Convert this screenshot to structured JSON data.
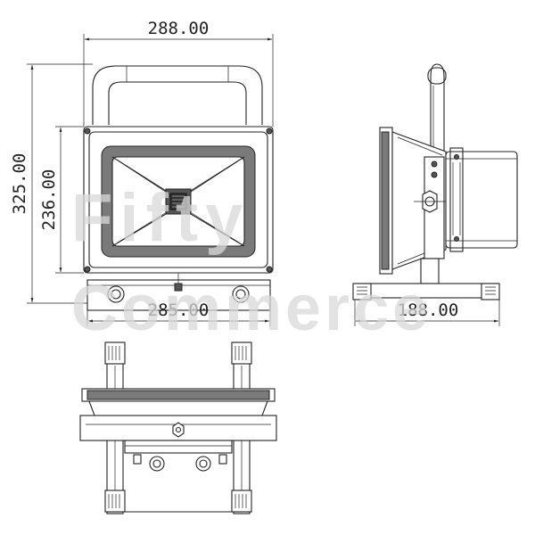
{
  "dimensions": {
    "front_width": "288.00",
    "total_height": "325.00",
    "body_height": "236.00",
    "base_width": "285.00",
    "side_depth": "188.00"
  },
  "watermark": {
    "line1": "Fifty",
    "line2": "Commerce"
  },
  "colors": {
    "line": "#222222",
    "lamp_fill": "#7a7a7a",
    "watermark": "#d9d9d9"
  }
}
